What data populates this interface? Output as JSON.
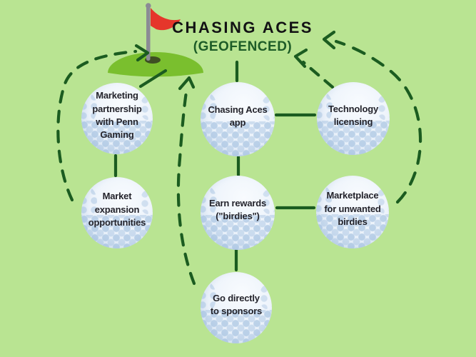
{
  "title": {
    "main": "CHASING ACES",
    "sub": "(GEOFENCED)"
  },
  "nodes": [
    {
      "id": "marketing-penn",
      "label": "Marketing\npartnership\nwith Penn\nGaming"
    },
    {
      "id": "app",
      "label": "Chasing Aces\napp"
    },
    {
      "id": "tech-licensing",
      "label": "Technology\nlicensing"
    },
    {
      "id": "market-expansion",
      "label": "Market\nexpansion\nopportunities"
    },
    {
      "id": "earn-rewards",
      "label": "Earn rewards\n(\"birdies\")"
    },
    {
      "id": "marketplace",
      "label": "Marketplace\nfor unwanted\nbirdies"
    },
    {
      "id": "sponsors",
      "label": "Go directly\nto sponsors"
    }
  ],
  "connections": [
    {
      "from": "title-green",
      "to": "app",
      "style": "solid"
    },
    {
      "from": "app",
      "to": "tech-licensing",
      "style": "solid"
    },
    {
      "from": "app",
      "to": "earn-rewards",
      "style": "solid"
    },
    {
      "from": "earn-rewards",
      "to": "marketplace",
      "style": "solid"
    },
    {
      "from": "earn-rewards",
      "to": "sponsors",
      "style": "solid"
    },
    {
      "from": "marketing-penn",
      "to": "market-expansion",
      "style": "solid"
    },
    {
      "from": "marketing-penn",
      "to": "title-green",
      "style": "solid"
    },
    {
      "from": "market-expansion",
      "to": "title-green",
      "style": "dashed-arrow"
    },
    {
      "from": "sponsors",
      "to": "title-green",
      "style": "dashed-arrow"
    },
    {
      "from": "tech-licensing",
      "to": "title-green",
      "style": "dashed-arrow"
    },
    {
      "from": "marketplace",
      "to": "title-green",
      "style": "dashed-arrow"
    }
  ],
  "icons": {
    "flag": "golf-flag-icon",
    "green": "golf-green-mound"
  },
  "colors": {
    "background": "#b9e492",
    "line_dark_green": "#1b5c20",
    "mound_green": "#7abf2e",
    "hole": "#3e4f23",
    "flag_red": "#e5362b",
    "pole_grey": "#8b8b95",
    "ball_base": "#eef4fb",
    "ball_dimple": "#94b6da",
    "text_dark": "#23232b",
    "title_black": "#121214",
    "subtitle_green": "#1d5c27"
  }
}
